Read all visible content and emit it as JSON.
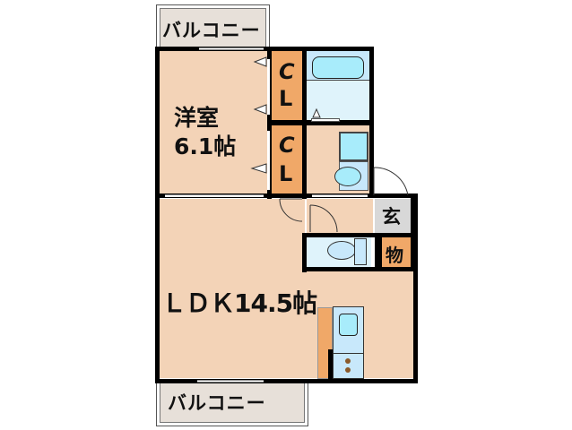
{
  "floorplan": {
    "balcony_top": {
      "label": "バルコニー"
    },
    "balcony_bottom": {
      "label": "バルコニー"
    },
    "western_room": {
      "name": "洋室",
      "size": "6.1帖"
    },
    "ldk": {
      "label": "ＬＤＫ14.5帖"
    },
    "closet_1": {
      "label_c": "C",
      "label_l": "L"
    },
    "closet_2": {
      "label_c": "C",
      "label_l": "L"
    },
    "entrance": {
      "label": "玄"
    },
    "storage": {
      "label": "物"
    },
    "colors": {
      "room_floor": "#f3d3b7",
      "closet": "#f0a868",
      "wet_area": "#dff3fb",
      "fixture": "#a8ecfb",
      "balcony": "#e7e0d9",
      "entrance_floor": "#d8d8d8",
      "wall": "#000000"
    }
  }
}
